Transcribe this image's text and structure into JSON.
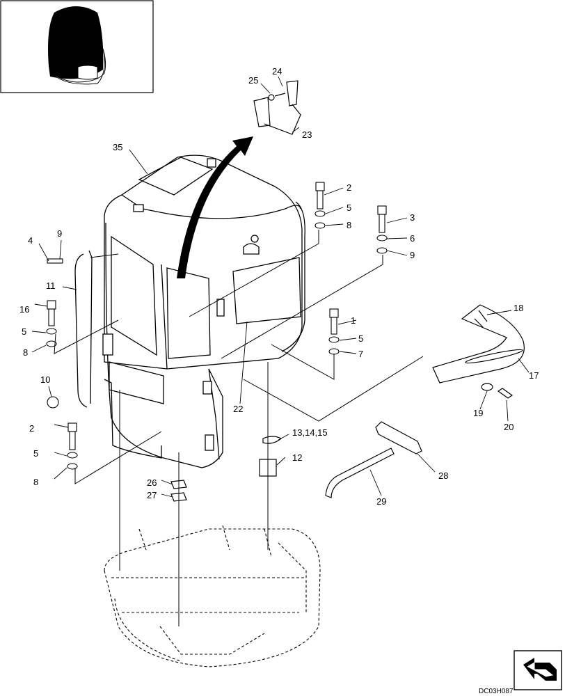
{
  "diagram": {
    "drawing_code": "DC03H087",
    "callouts": [
      {
        "id": "c1",
        "text": "1"
      },
      {
        "id": "c2a",
        "text": "2"
      },
      {
        "id": "c2b",
        "text": "2"
      },
      {
        "id": "c3",
        "text": "3"
      },
      {
        "id": "c4",
        "text": "4"
      },
      {
        "id": "c5a",
        "text": "5"
      },
      {
        "id": "c5b",
        "text": "5"
      },
      {
        "id": "c5c",
        "text": "5"
      },
      {
        "id": "c5d",
        "text": "5"
      },
      {
        "id": "c6",
        "text": "6"
      },
      {
        "id": "c7",
        "text": "7"
      },
      {
        "id": "c8a",
        "text": "8"
      },
      {
        "id": "c8b",
        "text": "8"
      },
      {
        "id": "c8c",
        "text": "8"
      },
      {
        "id": "c9a",
        "text": "9"
      },
      {
        "id": "c9b",
        "text": "9"
      },
      {
        "id": "c10",
        "text": "10"
      },
      {
        "id": "c11",
        "text": "11"
      },
      {
        "id": "c12",
        "text": "12"
      },
      {
        "id": "c13",
        "text": "13,14,15"
      },
      {
        "id": "c16",
        "text": "16"
      },
      {
        "id": "c17",
        "text": "17"
      },
      {
        "id": "c18",
        "text": "18"
      },
      {
        "id": "c19",
        "text": "19"
      },
      {
        "id": "c20",
        "text": "20"
      },
      {
        "id": "c22",
        "text": "22"
      },
      {
        "id": "c23",
        "text": "23"
      },
      {
        "id": "c24",
        "text": "24"
      },
      {
        "id": "c25",
        "text": "25"
      },
      {
        "id": "c26",
        "text": "26"
      },
      {
        "id": "c27",
        "text": "27"
      },
      {
        "id": "c28",
        "text": "28"
      },
      {
        "id": "c29",
        "text": "29"
      },
      {
        "id": "c35",
        "text": "35"
      }
    ]
  }
}
